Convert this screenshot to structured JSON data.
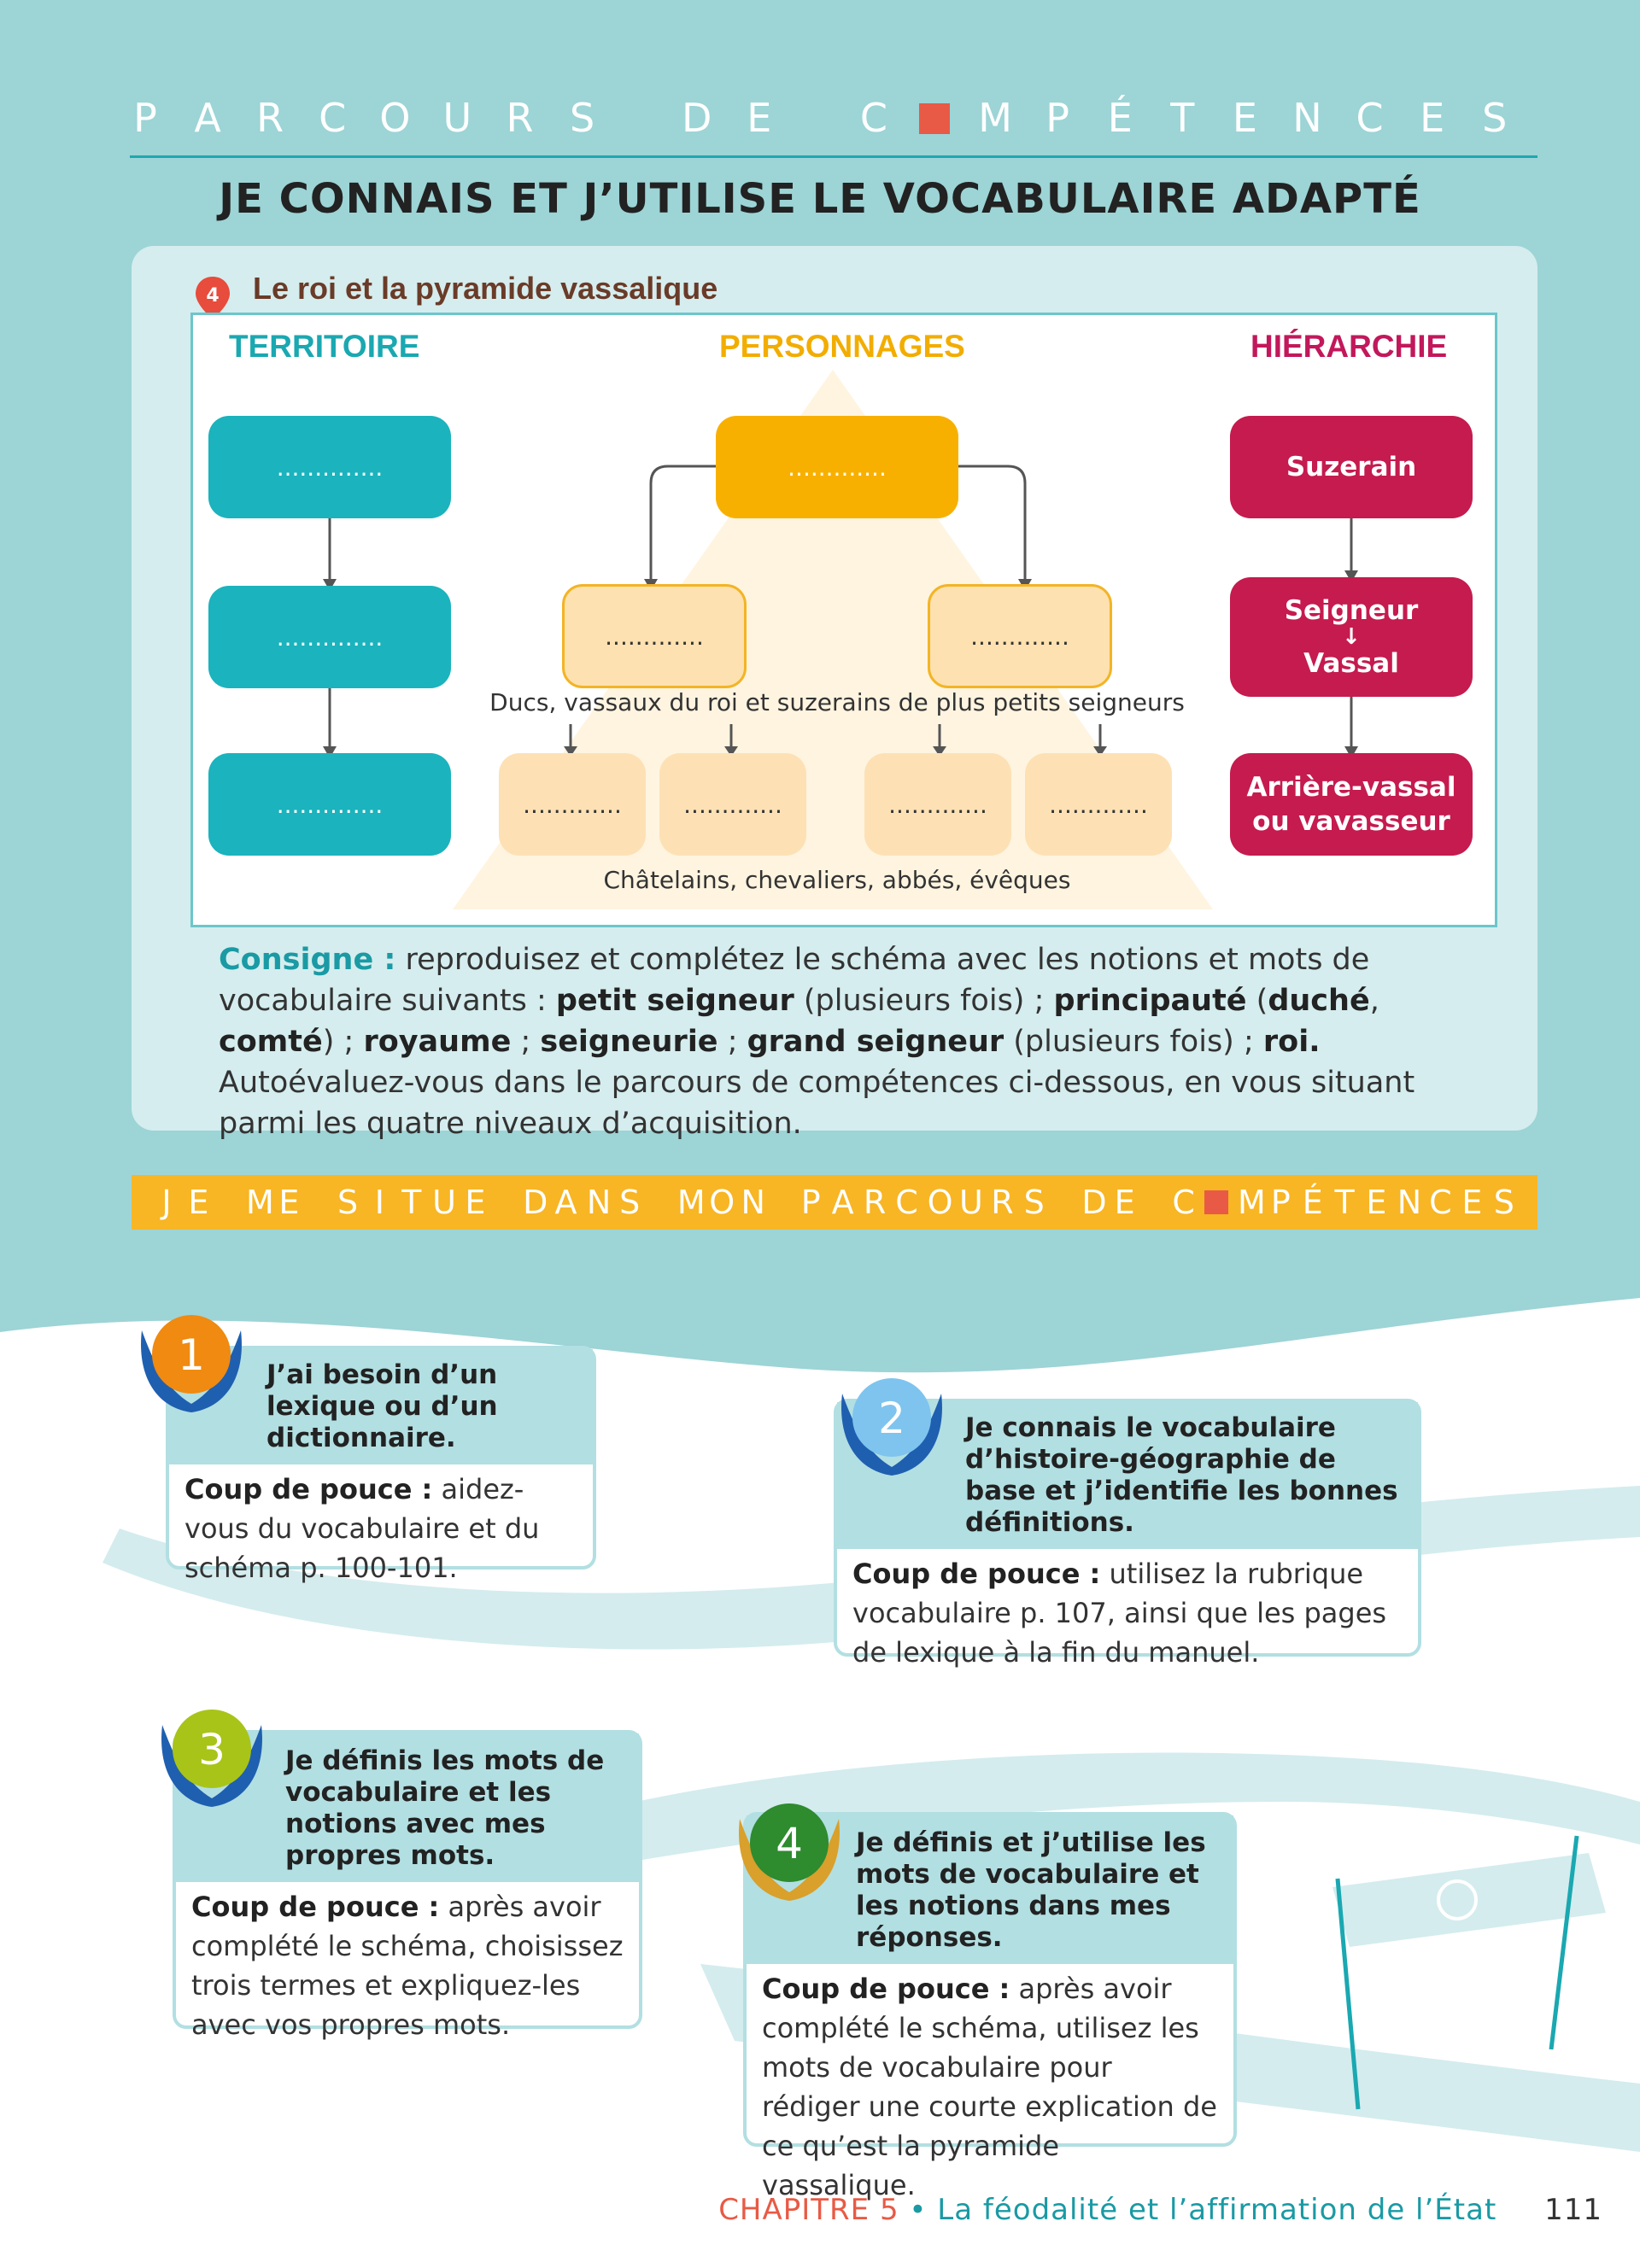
{
  "header": {
    "kicker_letters": [
      "P",
      "A",
      "R",
      "C",
      "O",
      "U",
      "R",
      "S",
      "",
      "D",
      "E",
      "",
      "C",
      "■",
      "M",
      "P",
      "É",
      "T",
      "E",
      "N",
      "C",
      "E",
      "S"
    ],
    "title": "JE CONNAIS ET J’UTILISE LE VOCABULAIRE ADAPTÉ"
  },
  "document": {
    "number": "4",
    "title": "Le roi et la pyramide vassalique",
    "columns": {
      "territoire": "TERRITOIRE",
      "personnages": "PERSONNAGES",
      "hierarchie": "HIÉRARCHIE"
    },
    "blank": "..............",
    "blank_short": ".............",
    "hierarchy": {
      "suzerain": "Suzerain",
      "seigneur": "Seigneur",
      "arrow": "↓",
      "vassal": "Vassal",
      "arriere_1": "Arrière-vassal",
      "arriere_2": "ou vavasseur"
    },
    "caption_middle": "Ducs, vassaux du roi et suzerains de plus petits seigneurs",
    "caption_bottom": "Châtelains, chevaliers, abbés, évêques"
  },
  "consigne": {
    "label": "Consigne :",
    "t1": " reproduisez et complétez le schéma avec les notions et mots de vocabulaire suivants : ",
    "w1": "petit seigneur",
    "t2": " (plusieurs fois) ; ",
    "w2": "principauté",
    "t3": " (",
    "w3": "duché",
    "t4": ", ",
    "w4": "comté",
    "t5": ") ; ",
    "w5": "royaume",
    "t6": " ; ",
    "w6": "seigneurie",
    "t7": " ; ",
    "w7": "grand seigneur",
    "t8": " (plusieurs fois) ; ",
    "w8": "roi.",
    "t9": " Autoévaluez-vous dans le parcours de compétences ci-dessous, en vous situant parmi les quatre niveaux d’acquisition."
  },
  "banner": {
    "letters": [
      "J",
      "E",
      "",
      "M",
      "E",
      "",
      "S",
      "I",
      "T",
      "U",
      "E",
      "",
      "D",
      "A",
      "N",
      "S",
      "",
      "M",
      "O",
      "N",
      "",
      "P",
      "A",
      "R",
      "C",
      "O",
      "U",
      "R",
      "S",
      "",
      "D",
      "E",
      "",
      "C",
      "■",
      "M",
      "P",
      "É",
      "T",
      "E",
      "N",
      "C",
      "E",
      "S"
    ]
  },
  "levels": [
    {
      "number": "1",
      "title": "J’ai besoin d’un lexique ou d’un dictionnaire.",
      "tip_label": "Coup de pouce :",
      "tip": " aidez-vous du vocabulaire et du schéma p. 100-101."
    },
    {
      "number": "2",
      "title": "Je connais le vocabulaire d’histoire-géographie de base et j’identifie les bonnes définitions.",
      "tip_label": "Coup de pouce :",
      "tip": " utilisez la rubrique vocabulaire p. 107, ainsi que les pages de lexique à la fin du manuel."
    },
    {
      "number": "3",
      "title": "Je définis les mots de vocabulaire et les notions avec mes propres mots.",
      "tip_label": "Coup de pouce :",
      "tip": " après avoir complété le schéma, choisissez trois termes et expliquez-les avec vos propres mots."
    },
    {
      "number": "4",
      "title": "Je définis et j’utilise les mots de vocabulaire et les notions dans mes réponses.",
      "tip_label": "Coup de pouce :",
      "tip": " après avoir complété le schéma, utilisez les mots de vocabulaire pour rédiger une courte explication de ce qu’est la pyramide vassalique."
    }
  ],
  "colors": {
    "teal": "#1bb3bd",
    "gold": "#f8b000",
    "crimson": "#c51b4f",
    "orange_medal": "#f08a10",
    "blue_medal": "#7ec4ee",
    "lime_medal": "#a8c418",
    "green_medal": "#2e8b2e"
  },
  "footer": {
    "chapter": "CHAPITRE 5",
    "bullet": "•",
    "title": "La féodalité et l’affirmation de l’État",
    "page": "111"
  }
}
